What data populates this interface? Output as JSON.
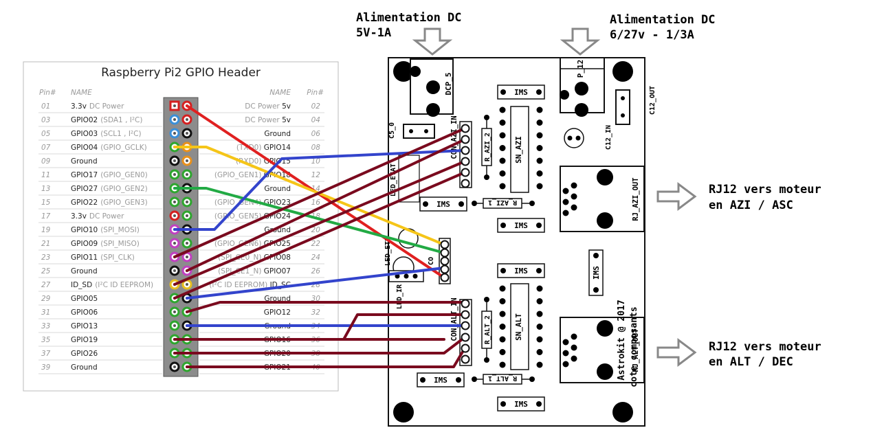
{
  "annotations": {
    "power_left": [
      "Alimentation DC",
      "5V-1A"
    ],
    "power_right": [
      "Alimentation DC",
      "6/27v - 1/3A"
    ],
    "rj_azi": [
      "RJ12 vers moteur",
      "en AZI / ASC"
    ],
    "rj_alt": [
      "RJ12 vers moteur",
      "en ALT / DEC"
    ]
  },
  "header": {
    "title": "Raspberry Pi2 GPIO Header",
    "col_pin": "Pin#",
    "col_name": "NAME",
    "left_rows": [
      {
        "pin": "01",
        "name": "3.3v",
        "sub": "DC Power",
        "color": "#d42020"
      },
      {
        "pin": "03",
        "name": "GPIO02",
        "sub": "(SDA1 , I²C)",
        "color": "#3a8fd8"
      },
      {
        "pin": "05",
        "name": "GPIO03",
        "sub": "(SCL1 , I²C)",
        "color": "#3a8fd8"
      },
      {
        "pin": "07",
        "name": "GPIO04",
        "sub": "(GPIO_GCLK)",
        "color": "#2ea62e"
      },
      {
        "pin": "09",
        "name": "Ground",
        "sub": "",
        "color": "#111111"
      },
      {
        "pin": "11",
        "name": "GPIO17",
        "sub": "(GPIO_GEN0)",
        "color": "#2ea62e"
      },
      {
        "pin": "13",
        "name": "GPIO27",
        "sub": "(GPIO_GEN2)",
        "color": "#2ea62e"
      },
      {
        "pin": "15",
        "name": "GPIO22",
        "sub": "(GPIO_GEN3)",
        "color": "#2ea62e"
      },
      {
        "pin": "17",
        "name": "3.3v",
        "sub": "DC Power",
        "color": "#d42020"
      },
      {
        "pin": "19",
        "name": "GPIO10",
        "sub": "(SPI_MOSI)",
        "color": "#c040c0"
      },
      {
        "pin": "21",
        "name": "GPIO09",
        "sub": "(SPI_MISO)",
        "color": "#c040c0"
      },
      {
        "pin": "23",
        "name": "GPIO11",
        "sub": "(SPI_CLK)",
        "color": "#c040c0"
      },
      {
        "pin": "25",
        "name": "Ground",
        "sub": "",
        "color": "#111111"
      },
      {
        "pin": "27",
        "name": "ID_SD",
        "sub": "(I²C ID EEPROM)",
        "color": "#e8c020"
      },
      {
        "pin": "29",
        "name": "GPIO05",
        "sub": "",
        "color": "#2ea62e"
      },
      {
        "pin": "31",
        "name": "GPIO06",
        "sub": "",
        "color": "#2ea62e"
      },
      {
        "pin": "33",
        "name": "GPIO13",
        "sub": "",
        "color": "#2ea62e"
      },
      {
        "pin": "35",
        "name": "GPIO19",
        "sub": "",
        "color": "#2ea62e"
      },
      {
        "pin": "37",
        "name": "GPIO26",
        "sub": "",
        "color": "#2ea62e"
      },
      {
        "pin": "39",
        "name": "Ground",
        "sub": "",
        "color": "#111111"
      }
    ],
    "right_rows": [
      {
        "pin": "02",
        "name": "5v",
        "sub": "DC Power",
        "color": "#d42020"
      },
      {
        "pin": "04",
        "name": "5v",
        "sub": "DC Power",
        "color": "#d42020"
      },
      {
        "pin": "06",
        "name": "Ground",
        "sub": "",
        "color": "#111111"
      },
      {
        "pin": "08",
        "name": "GPIO14",
        "sub": "(TXD0)",
        "color": "#e8901c"
      },
      {
        "pin": "10",
        "name": "GPIO15",
        "sub": "(RXD0)",
        "color": "#e8901c"
      },
      {
        "pin": "12",
        "name": "GPIO18",
        "sub": "(GPIO_GEN1)",
        "color": "#2ea62e"
      },
      {
        "pin": "14",
        "name": "Ground",
        "sub": "",
        "color": "#111111"
      },
      {
        "pin": "16",
        "name": "GPIO23",
        "sub": "(GPIO_GEN4)",
        "color": "#2ea62e"
      },
      {
        "pin": "18",
        "name": "GPIO24",
        "sub": "(GPIO_GEN5)",
        "color": "#2ea62e"
      },
      {
        "pin": "20",
        "name": "Ground",
        "sub": "",
        "color": "#111111"
      },
      {
        "pin": "22",
        "name": "GPIO25",
        "sub": "(GPIO_GEN6)",
        "color": "#2ea62e"
      },
      {
        "pin": "24",
        "name": "GPIO08",
        "sub": "(SPI_CE0_N)",
        "color": "#c040c0"
      },
      {
        "pin": "26",
        "name": "GPIO07",
        "sub": "(SPI_CE1_N)",
        "color": "#c040c0"
      },
      {
        "pin": "28",
        "name": "ID_SC",
        "sub": "(I²C ID EEPROM)",
        "color": "#e8c020"
      },
      {
        "pin": "30",
        "name": "Ground",
        "sub": "",
        "color": "#111111"
      },
      {
        "pin": "32",
        "name": "GPIO12",
        "sub": "",
        "color": "#2ea62e"
      },
      {
        "pin": "34",
        "name": "Ground",
        "sub": "",
        "color": "#111111"
      },
      {
        "pin": "36",
        "name": "GPIO16",
        "sub": "",
        "color": "#2ea62e"
      },
      {
        "pin": "38",
        "name": "GPIO20",
        "sub": "",
        "color": "#2ea62e"
      },
      {
        "pin": "40",
        "name": "GPIO21",
        "sub": "",
        "color": "#2ea62e"
      }
    ]
  },
  "board": {
    "dcp": "DCP_5",
    "p12": "P_12",
    "c12_out": "C12_OUT",
    "c12_in": "C12_IN",
    "c5": "C5_0",
    "con_azi": "CON_AZI_IN",
    "con_alt": "CON_ALT_IN",
    "r_azi_2": "R_AZI_2",
    "r_azi_1": "R_AZI_1",
    "r_alt_2": "R_ALT_2",
    "r_alt_1": "R_ALT_1",
    "sn_azi": "SN_AZI",
    "sn_alt": "SN_ALT",
    "ims": "IMS",
    "led_etat": "LED_ETAT",
    "led_etp": "LED_ETP",
    "led_ir": "LED_IR",
    "rj_azi_out": "RJ_AZI_OUT",
    "rj_alt_out": "RJ_ALT_OUT",
    "credit_1": "Astrokit @ 2017",
    "credit_2": "cote composants"
  },
  "wire_colors": {
    "red": "#e02020",
    "yellow": "#f5c518",
    "green": "#22aa44",
    "blue": "#3344cc",
    "maroon": "#7a0a1e"
  }
}
